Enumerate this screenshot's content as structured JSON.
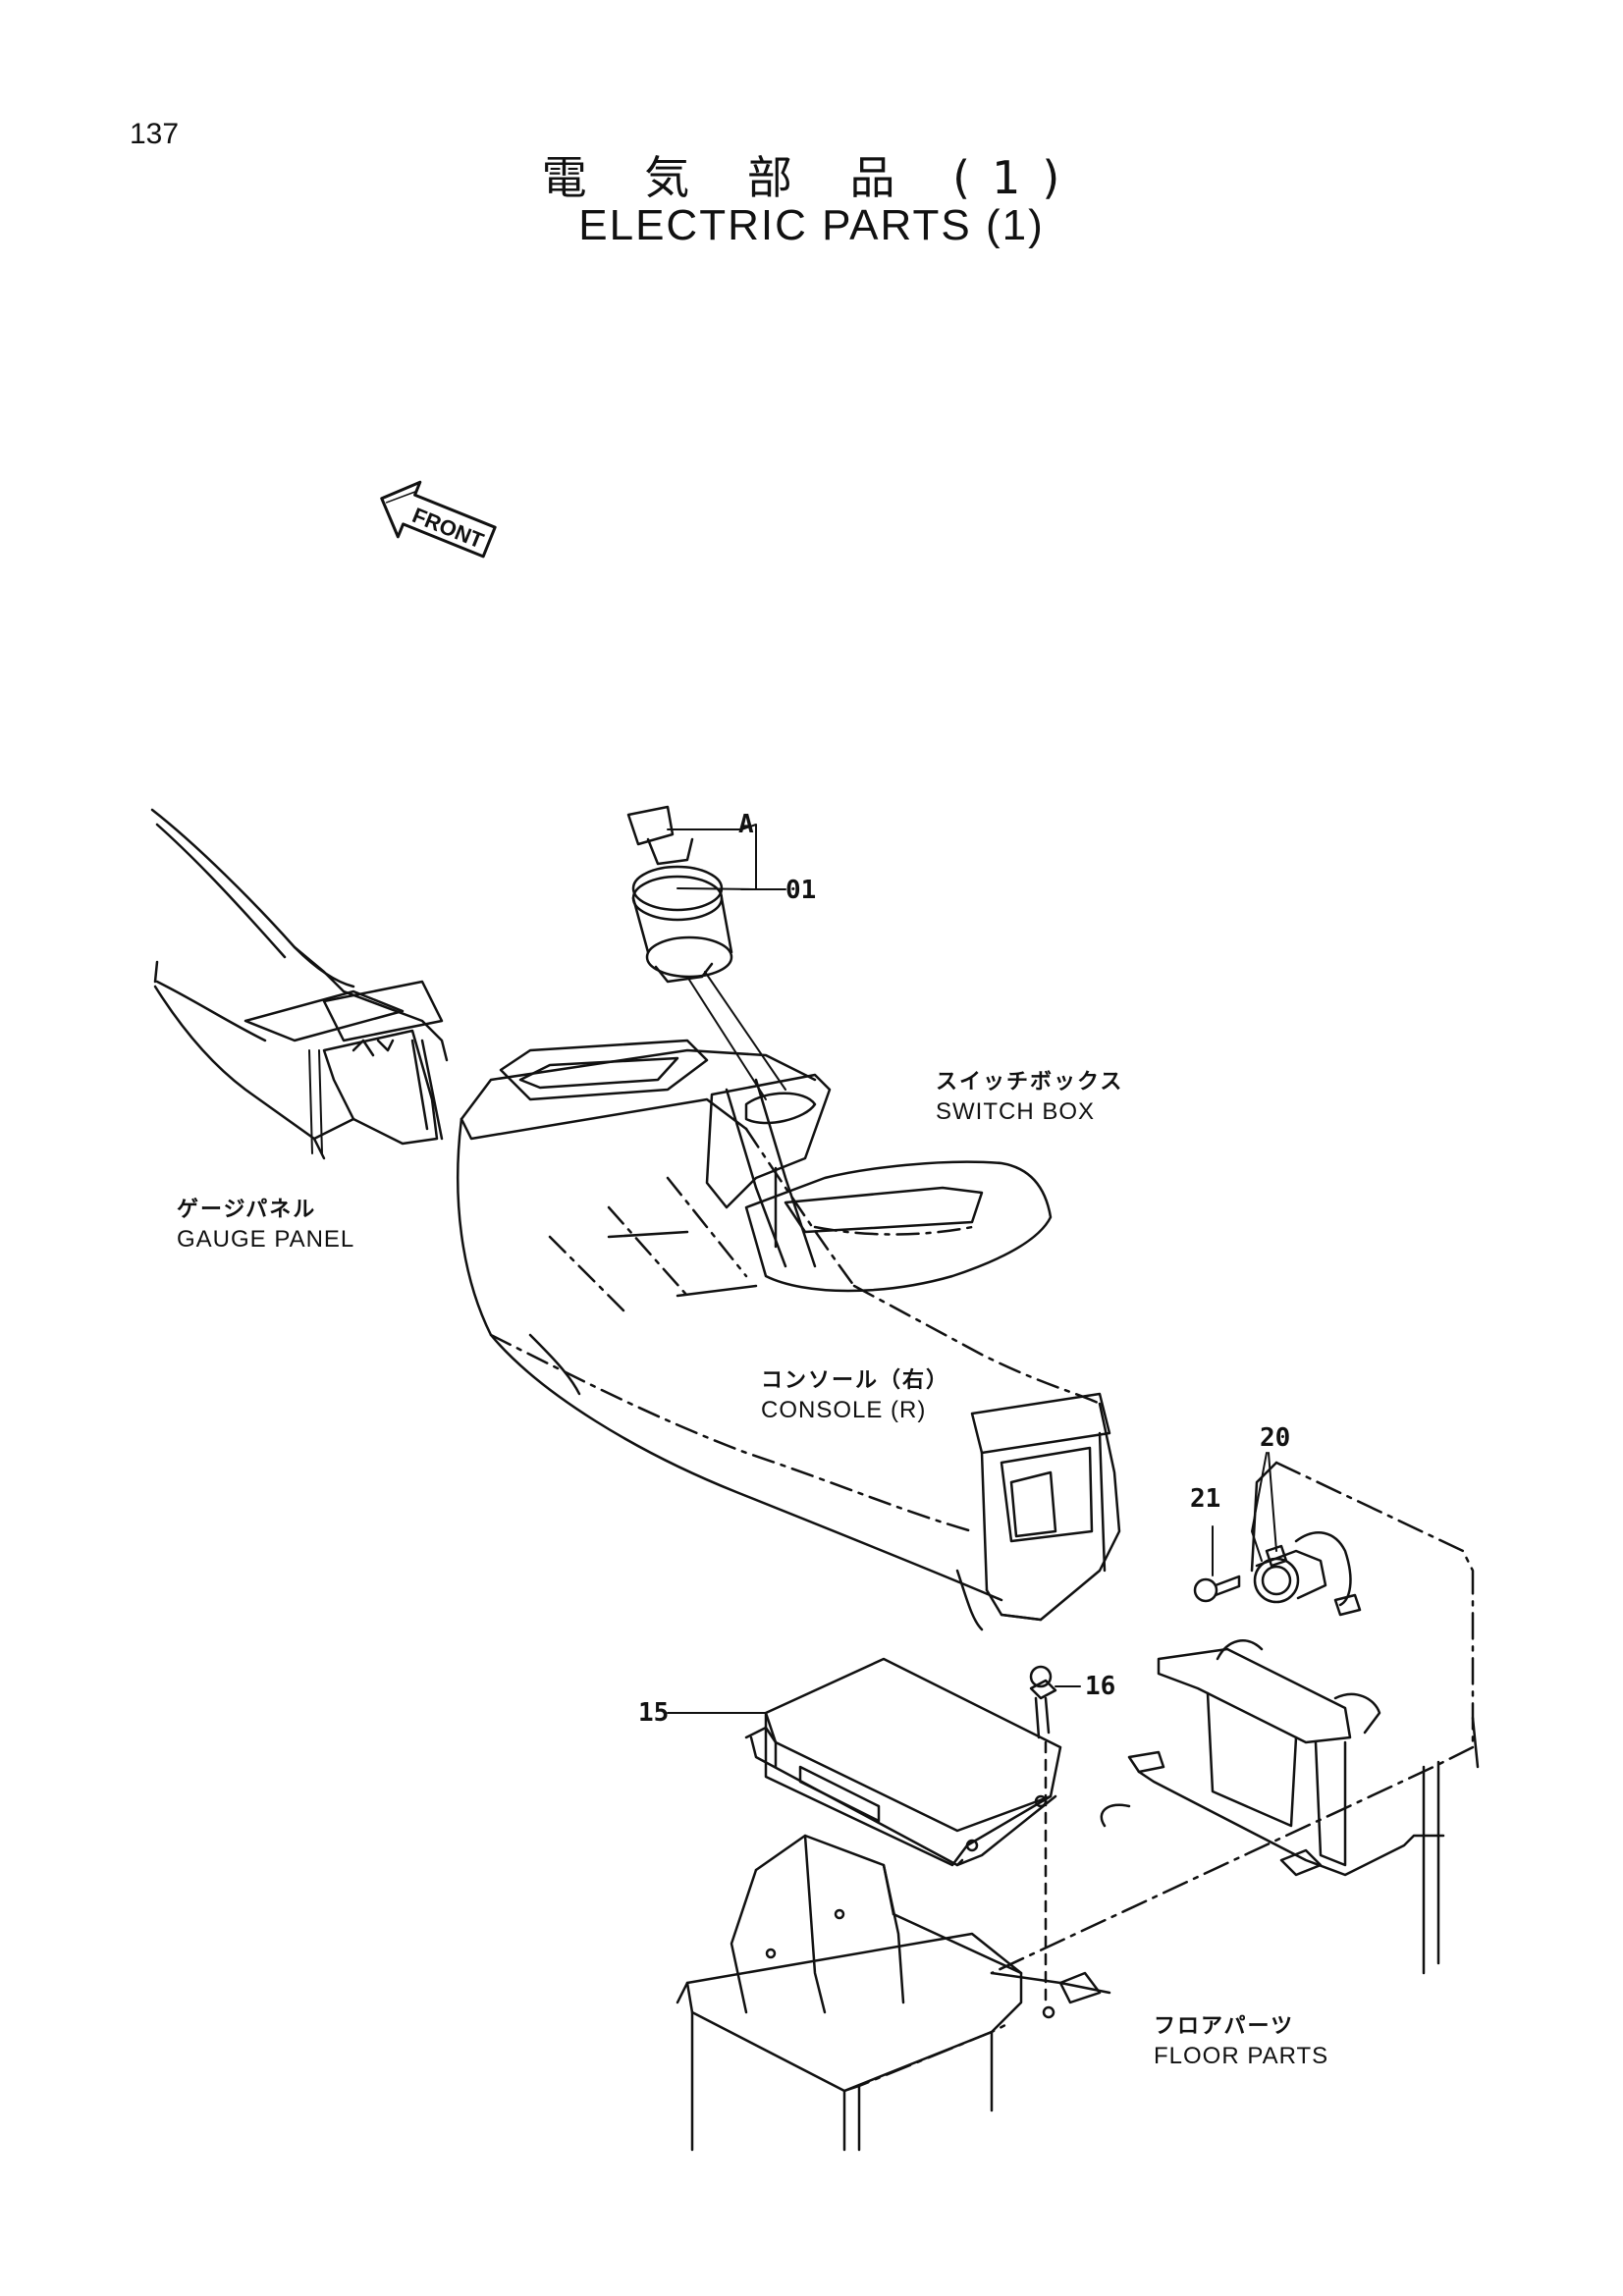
{
  "page": {
    "number": "137"
  },
  "title": {
    "japanese": "電 気 部 品 (1)",
    "english": "ELECTRIC PARTS (1)"
  },
  "front_marker": {
    "text": "FRONT"
  },
  "labels": {
    "switch_box": {
      "jp": "スイッチボックス",
      "en": "SWITCH BOX"
    },
    "gauge_panel": {
      "jp": "ゲージパネル",
      "en": "GAUGE PANEL"
    },
    "console_r": {
      "jp": "コンソール（右）",
      "en": "CONSOLE (R)"
    },
    "floor_parts": {
      "jp": "フロアパーツ",
      "en": "FLOOR PARTS"
    }
  },
  "callouts": {
    "a": "A",
    "p01": "01",
    "p15": "15",
    "p16": "16",
    "p20": "20",
    "p21": "21"
  }
}
